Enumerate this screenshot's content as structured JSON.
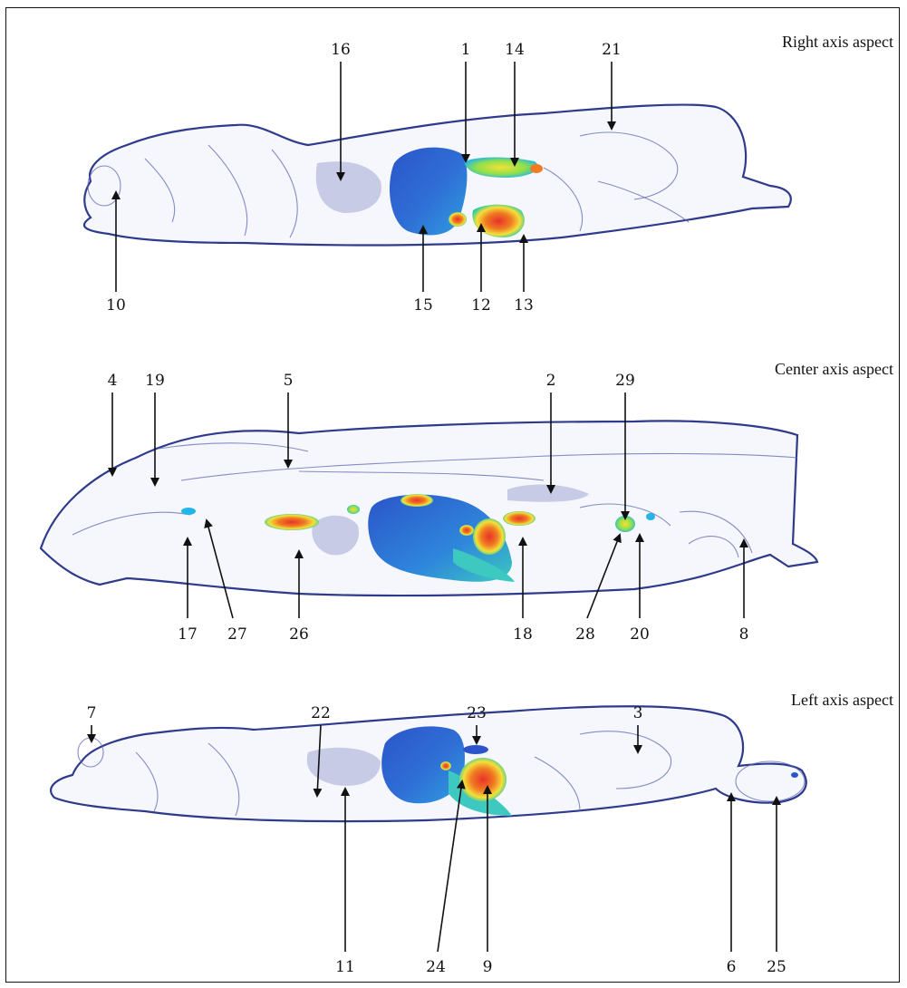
{
  "titles": {
    "right": "Right axis aspect",
    "center": "Center axis aspect",
    "left": "Left axis aspect"
  },
  "labels": {
    "right": [
      "16",
      "1",
      "14",
      "21",
      "10",
      "15",
      "12",
      "13"
    ],
    "center": [
      "4",
      "19",
      "5",
      "2",
      "29",
      "17",
      "27",
      "26",
      "18",
      "28",
      "20",
      "8"
    ],
    "left": [
      "7",
      "22",
      "23",
      "3",
      "11",
      "24",
      "9",
      "6",
      "25"
    ]
  },
  "colors": {
    "outline": "#2e3a8c",
    "organ_low": "#2f6fd6",
    "organ_mid": "#22b6e8",
    "organ_high": "#f3e03a",
    "organ_peak": "#e8322a"
  }
}
